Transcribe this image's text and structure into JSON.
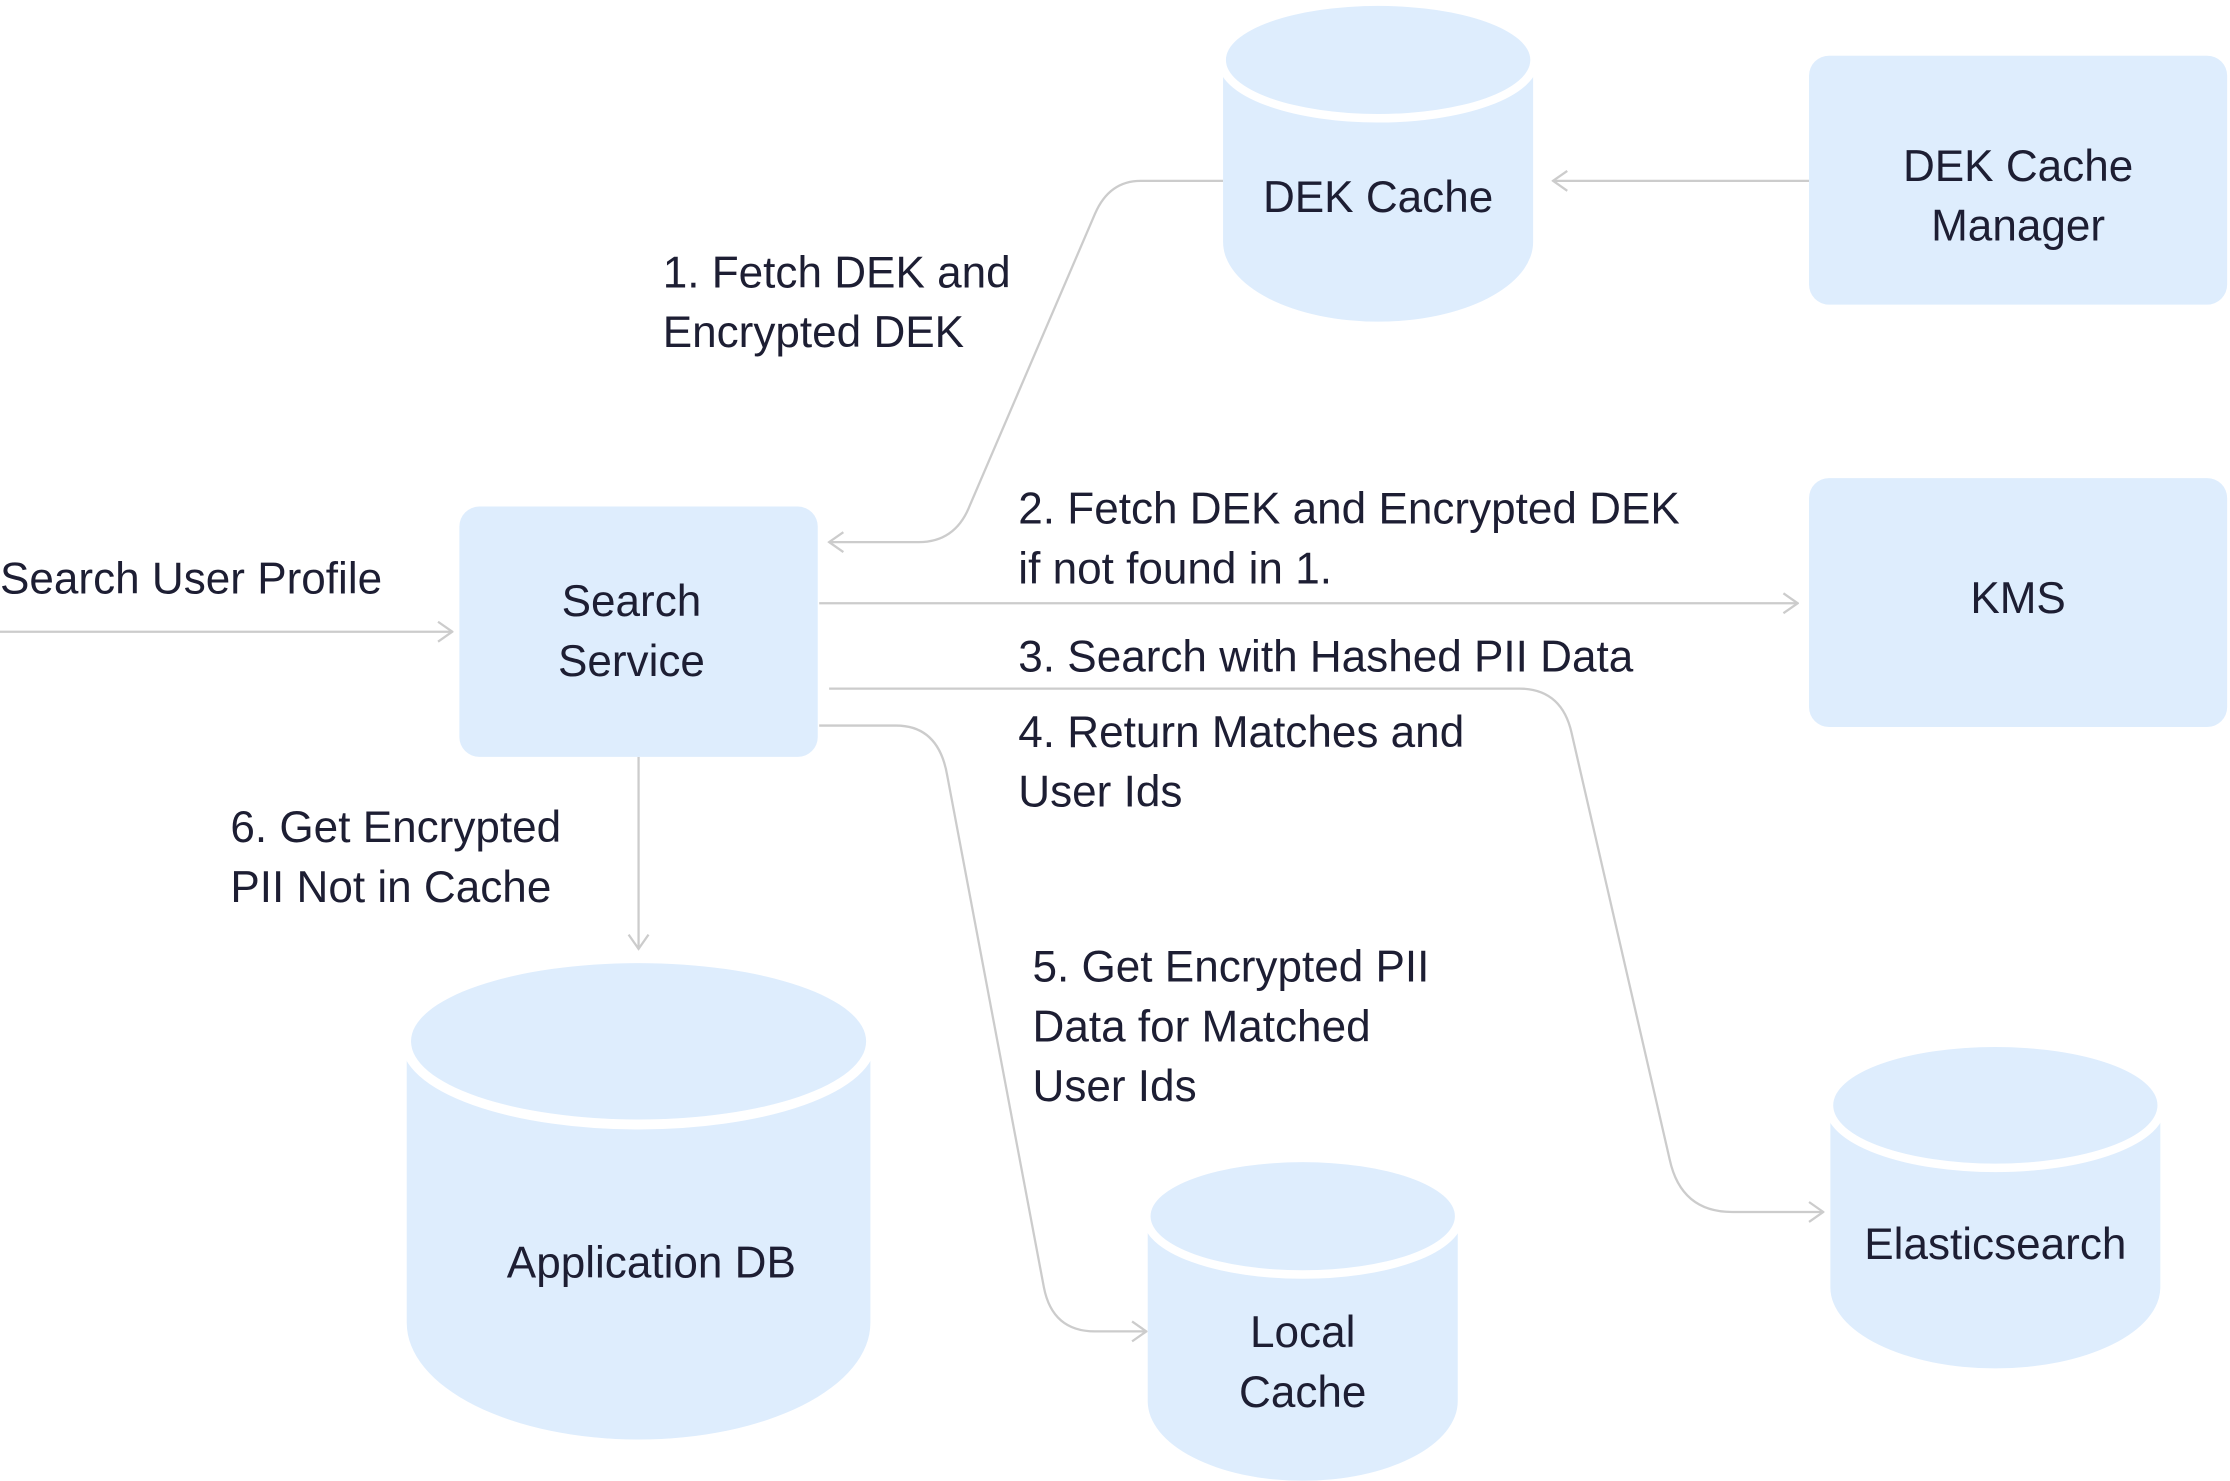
{
  "diagram": {
    "colors": {
      "node_fill": "#deedfd",
      "edge": "#cccccc",
      "text": "#1d1e33"
    },
    "nodes": {
      "dek_cache": {
        "type": "database",
        "lines": [
          "DEK Cache"
        ]
      },
      "dek_cache_manager": {
        "type": "service",
        "lines": [
          "DEK Cache",
          "Manager"
        ]
      },
      "search_service": {
        "type": "service",
        "lines": [
          "Search",
          "Service"
        ]
      },
      "kms": {
        "type": "service",
        "lines": [
          "KMS"
        ]
      },
      "application_db": {
        "type": "database",
        "lines": [
          "Application DB"
        ]
      },
      "local_cache": {
        "type": "database",
        "lines": [
          "Local",
          "Cache"
        ]
      },
      "elasticsearch": {
        "type": "database",
        "lines": [
          "Elasticsearch"
        ]
      }
    },
    "edges": {
      "input": {
        "from": "external",
        "to": "search_service",
        "lines": [
          "Search User Profile"
        ]
      },
      "manager_to_cache": {
        "from": "dek_cache_manager",
        "to": "dek_cache",
        "lines": []
      },
      "step1": {
        "from": "dek_cache",
        "to": "search_service",
        "lines": [
          "1. Fetch DEK and",
          "Encrypted DEK"
        ]
      },
      "step2": {
        "from": "search_service",
        "to": "kms",
        "lines": [
          "2. Fetch DEK and Encrypted DEK",
          "if not found in 1."
        ]
      },
      "step3": {
        "from": "search_service",
        "to": "elasticsearch",
        "lines": [
          "3. Search with Hashed PII Data"
        ]
      },
      "step4": {
        "from": "elasticsearch",
        "to": "search_service",
        "lines": [
          "4. Return Matches and",
          "User Ids"
        ]
      },
      "step5": {
        "from": "search_service",
        "to": "local_cache",
        "lines": [
          "5. Get Encrypted PII",
          "Data for Matched",
          "User Ids"
        ]
      },
      "step6": {
        "from": "search_service",
        "to": "application_db",
        "lines": [
          "6. Get Encrypted",
          "PII Not in Cache"
        ]
      }
    }
  }
}
